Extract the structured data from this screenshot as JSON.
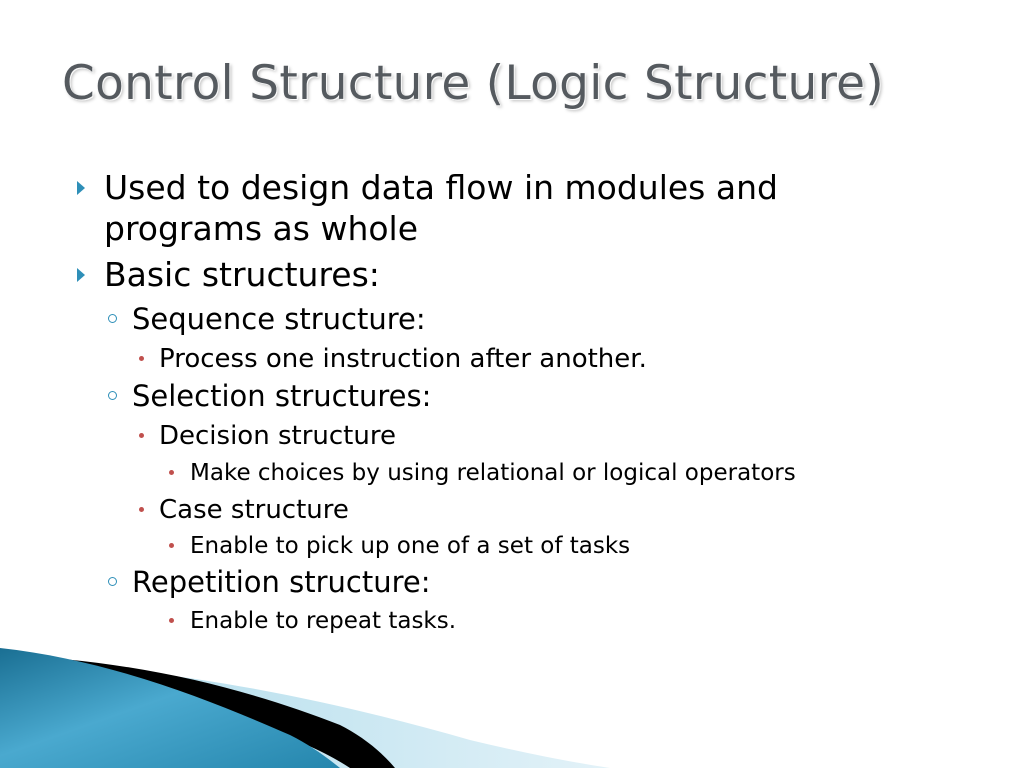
{
  "slide": {
    "title": "Control Structure (Logic Structure)",
    "bullets": {
      "b1_line1": "Used to design data flow in modules and",
      "b1_line2": "programs as whole",
      "b2": "Basic structures:",
      "seq": "Sequence structure:",
      "seq_item": "Process one instruction after another.",
      "sel": "Selection structures:",
      "decision": "Decision structure",
      "decision_item": "Make choices by using relational or logical operators",
      "case": "Case structure",
      "case_item": "Enable to pick up one of a set of tasks",
      "rep": "Repetition structure:",
      "rep_item": "Enable to repeat tasks."
    }
  },
  "colors": {
    "title": "#555a5f",
    "bullet_accent": "#2e8fb8",
    "sub_bullet_dot": "#c0504d",
    "wave_dark": "#1f7fa6",
    "wave_light": "#8fcbe0"
  },
  "icons": {
    "level1": "triangle-bullet-icon",
    "level2": "ring-bullet-icon",
    "level3": "dot-bullet-icon"
  }
}
